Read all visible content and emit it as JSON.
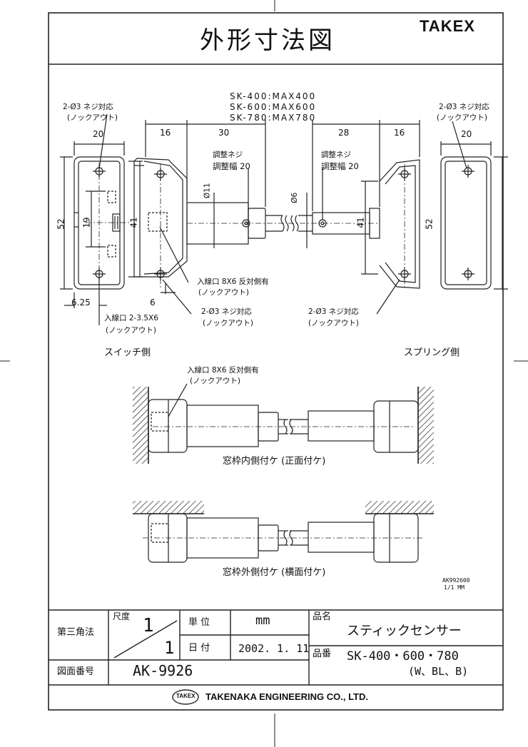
{
  "header": {
    "title": "外形寸法図",
    "brand": "TAKEX"
  },
  "models": [
    "SK-400:MAX400",
    "SK-600:MAX600",
    "SK-780:MAX780"
  ],
  "left_holes": {
    "line1": "2-Ø3 ネジ対応",
    "line2": "(ノックアウト)"
  },
  "right_holes": {
    "line1": "2-Ø3 ネジ対応",
    "line2": "(ノックアウト)"
  },
  "dims": {
    "left_width": "20",
    "switch_depth": "16",
    "switch_length": "30",
    "spring_length": "28",
    "spring_depth": "16",
    "right_width": "20",
    "left_height": "52",
    "left_pitch": "19",
    "left_body_height": "41",
    "right_body_height": "41",
    "right_height": "52",
    "rod_dia_large": "Ø11",
    "rod_dia_small": "Ø6",
    "offset_625": "6.25",
    "offset_6": "6"
  },
  "adjust_left": {
    "line1": "調整ネジ",
    "line2": "調整幅 20"
  },
  "adjust_right": {
    "line1": "調整ネジ",
    "line2": "調整幅 20"
  },
  "entry_note": {
    "line1": "入線口 8X6 反対側有",
    "line2": "(ノックアウト)"
  },
  "center_holes": {
    "line1": "2-Ø3 ネジ対応",
    "line2": "(ノックアウト)"
  },
  "right_bottom_holes": {
    "line1": "2-Ø3 ネジ対応",
    "line2": "(ノックアウト)"
  },
  "entry_35": {
    "line1": "入線口 2-3.5X6",
    "line2": "(ノックアウト)"
  },
  "labels": {
    "switch_side": "スイッチ側",
    "spring_side": "スプリング側"
  },
  "mount_entry": {
    "line1": "入線口 8X6 反対側有",
    "line2": "(ノックアウト)"
  },
  "caption_inner": "窓枠内側付ケ (正面付ケ)",
  "caption_outer": "窓枠外側付ケ (横面付ケ)",
  "drawing_ref": {
    "line1": "AK992600",
    "line2": "1/1 MM"
  },
  "title_block": {
    "projection": "第三角法",
    "scale_label": "尺度",
    "scale_top": "1",
    "scale_bottom": "1",
    "unit_label": "単 位",
    "unit_value": "mm",
    "date_label": "日 付",
    "date_value": "2002. 1. 11",
    "name_label": "品名",
    "name_value": "スティックセンサー",
    "part_label": "品番",
    "part_value": "SK-400・600・780",
    "part_variants": "(W、BL、B)",
    "drawing_no_label": "図面番号",
    "drawing_no_value": "AK-9926",
    "company_logo": "TAKEX",
    "company": "TAKENAKA ENGINEERING CO., LTD."
  }
}
